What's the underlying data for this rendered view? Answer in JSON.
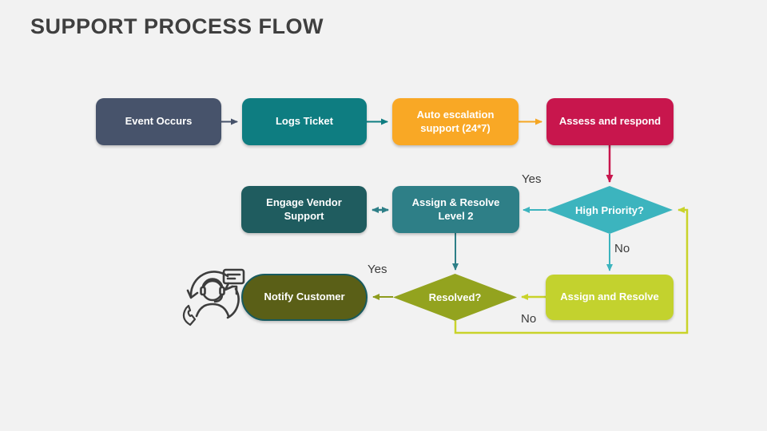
{
  "slide": {
    "title": "SUPPORT PROCESS FLOW"
  },
  "nodes": {
    "event_occurs": {
      "label": "Event Occurs",
      "color": "#47536B"
    },
    "logs_ticket": {
      "label": "Logs Ticket",
      "color": "#0E7D81"
    },
    "auto_escalation": {
      "label": "Auto escalation support (24*7)",
      "color": "#F9A825"
    },
    "assess_respond": {
      "label": "Assess and respond",
      "color": "#C8164D"
    },
    "engage_vendor": {
      "label": "Engage Vendor Support",
      "color": "#1F5C5F"
    },
    "assign_resolve_l2": {
      "label": "Assign & Resolve Level 2",
      "color": "#2E7F87"
    },
    "high_priority": {
      "label": "High Priority?",
      "color": "#3CB4BE"
    },
    "notify_customer": {
      "label": "Notify Customer",
      "color": "#5A5F17"
    },
    "resolved": {
      "label": "Resolved?",
      "color": "#93A31F"
    },
    "assign_resolve": {
      "label": "Assign and Resolve",
      "color": "#C3D22E"
    }
  },
  "edge_labels": {
    "high_priority_yes": "Yes",
    "high_priority_no": "No",
    "resolved_yes": "Yes",
    "resolved_no": "No"
  },
  "palette": {
    "background": "#F2F2F2",
    "title_text": "#3F3F3F",
    "node_text": "#FFFFFF",
    "label_text": "#3B3B3B",
    "arrow_slate": "#47536B",
    "arrow_teal_dark": "#0E7D81",
    "arrow_orange": "#F5A623",
    "arrow_crimson": "#C8164D",
    "arrow_teal_light": "#3CB4BE",
    "arrow_teal_mid": "#2E7F87",
    "arrow_olive": "#8E9C1E",
    "arrow_yellow_green": "#C9D32A",
    "notify_border": "#175A5E"
  },
  "icons": {
    "customer_support": "customer-support-headset-icon"
  }
}
